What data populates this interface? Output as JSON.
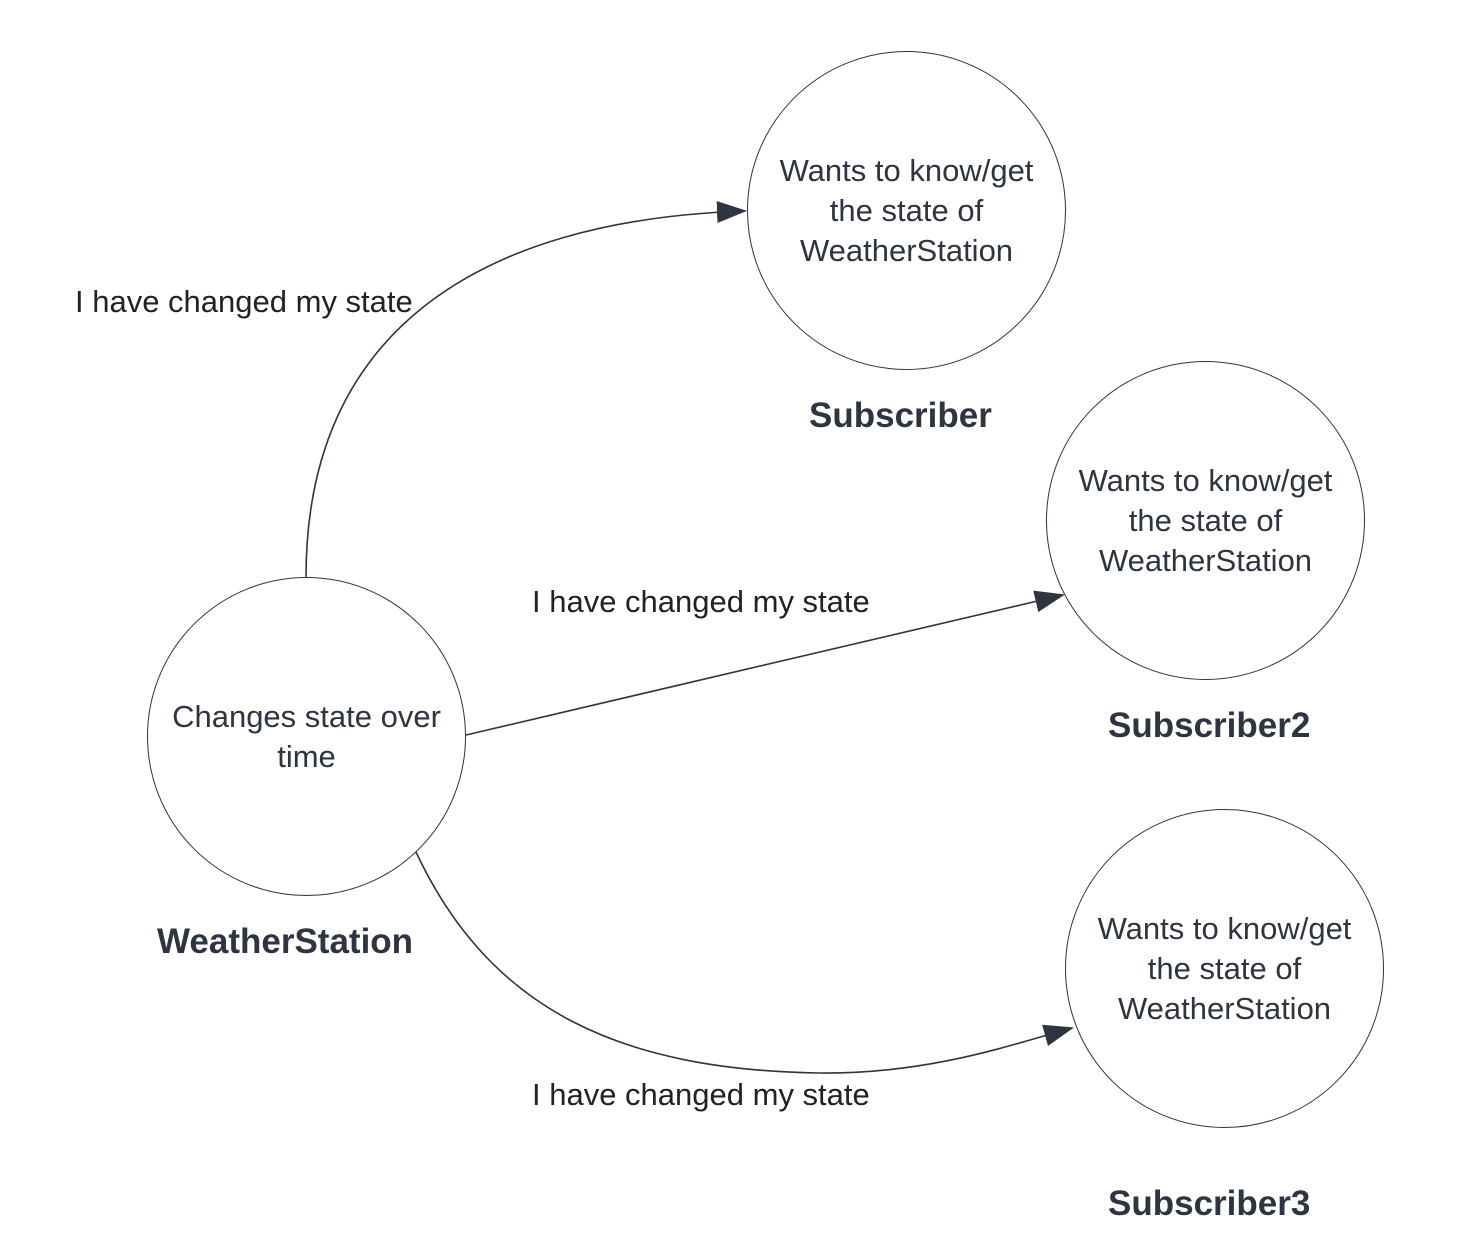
{
  "diagram": {
    "colors": {
      "stroke": "#2e3440",
      "text": "#2e3440",
      "background": "#ffffff"
    },
    "nodes": {
      "weather_station": {
        "text": "Changes state over time",
        "label": "WeatherStation"
      },
      "subscriber1": {
        "text": "Wants to know/get the state of WeatherStation",
        "label": "Subscriber"
      },
      "subscriber2": {
        "text": "Wants to know/get the state of WeatherStation",
        "label": "Subscriber2"
      },
      "subscriber3": {
        "text": "Wants to know/get the state of WeatherStation",
        "label": "Subscriber3"
      }
    },
    "edges": [
      {
        "from": "WeatherStation",
        "to": "Subscriber",
        "label": "I have changed my state"
      },
      {
        "from": "WeatherStation",
        "to": "Subscriber2",
        "label": "I have changed my state"
      },
      {
        "from": "WeatherStation",
        "to": "Subscriber3",
        "label": "I have changed my state"
      }
    ]
  }
}
